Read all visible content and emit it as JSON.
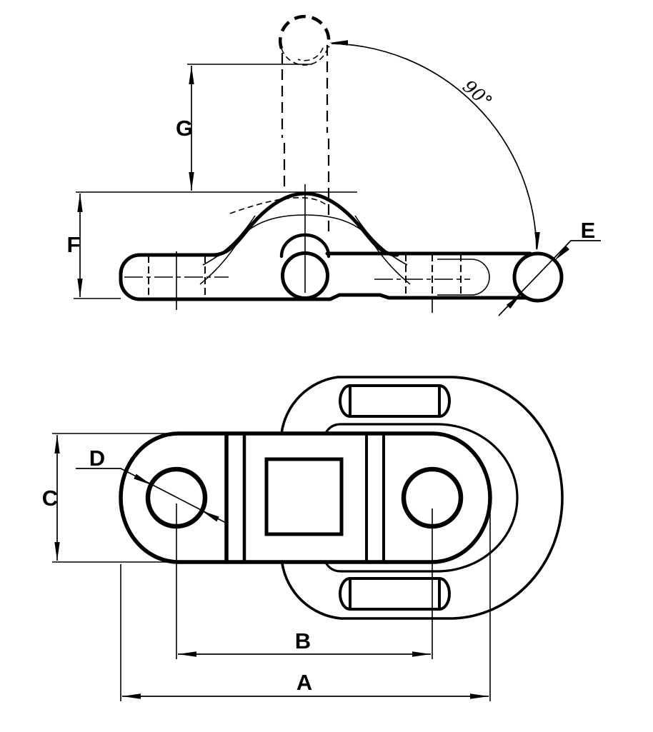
{
  "labels": {
    "a": "A",
    "b": "B",
    "c": "C",
    "d": "D",
    "e": "E",
    "f": "F",
    "g": "G",
    "angle": "90°"
  },
  "colors": {
    "ink": "#000000",
    "paper": "#ffffff"
  }
}
